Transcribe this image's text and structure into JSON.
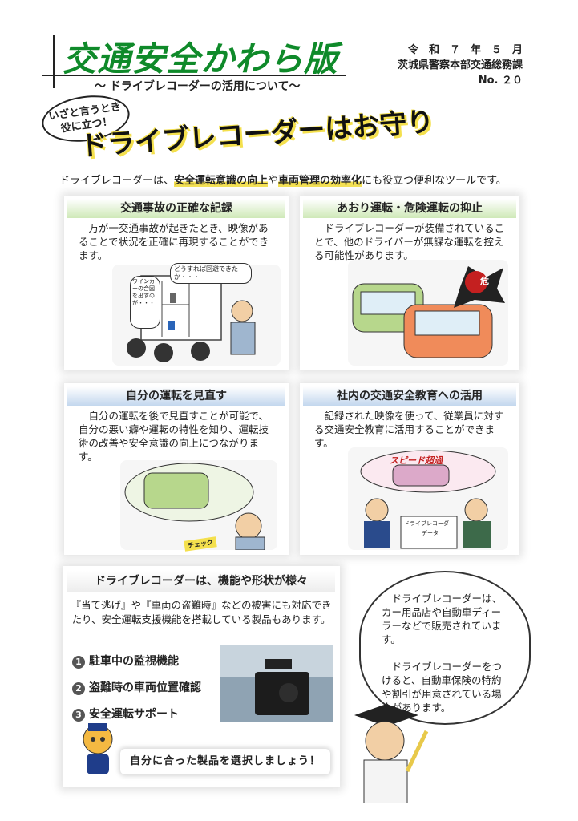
{
  "header": {
    "title": "交通安全かわら版",
    "subtitle": "～ ドライブレコーダーの活用について～",
    "date": "令　和　７　年　５　月",
    "org": "茨城県警察本部交通総務課",
    "issue": "No. ２０"
  },
  "catch": {
    "badge_line1": "いざと言うとき",
    "badge_line2": "役に立つ！",
    "headline": "ドライブレコーダーはお守り"
  },
  "lead": {
    "pre": "ドライブレコーダーは、",
    "hl1": "安全運転意識の向上",
    "mid": "や",
    "hl2": "車両管理の効率化",
    "post": "にも役立つ便利なツールです。"
  },
  "panels": [
    {
      "title": "交通事故の正確な記録",
      "body": "万が一交通事故が起きたとき、映像があることで状況を正確に再現することができます。",
      "bubble1": "どうすれば回避できたか・・・",
      "bubble2": "ウインカーの合図を出すのが・・・"
    },
    {
      "title": "あおり運転・危険運転の抑止",
      "body": "ドライブレコーダーが装備されていることで、他のドライバーが無謀な運転を控える可能性があります。",
      "sign": "危"
    },
    {
      "title": "自分の運転を見直す",
      "body": "自分の運転を後で見直すことが可能で、自分の悪い癖や運転の特性を知り、運転技術の改善や安全意識の向上につながります。",
      "tag": "チェック"
    },
    {
      "title": "社内の交通安全教育への活用",
      "body": "記録された映像を使って、従業員に対する交通安全教育に活用することができます。",
      "screen": "スピード超過",
      "label1": "ドライブレコーダ",
      "label2": "データ"
    }
  ],
  "features": {
    "heading": "ドライブレコーダーは、機能や形状が様々",
    "text": "『当て逃げ』や『車両の盗難時』などの被害にも対応できたり、安全運転支援機能を搭載している製品もあります。",
    "items": [
      {
        "num": "1",
        "label": "駐車中の監視機能"
      },
      {
        "num": "2",
        "label": "盗難時の車両位置確認"
      },
      {
        "num": "3",
        "label": "安全運転サポート"
      }
    ],
    "select": "自分に合った製品を選択しましょう！"
  },
  "cloud": {
    "p1": "ドライブレコーダーは、カー用品店や自動車ディーラーなどで販売されています。",
    "p2": "ドライブレコーダーをつけると、自動車保険の特約や割引が用意されている場合があります。"
  },
  "colors": {
    "title_green": "#0f8a2a",
    "highlight_yellow": "#f4e04d",
    "panel_green": "#cfe9b8",
    "panel_blue": "#c3d7ee"
  }
}
